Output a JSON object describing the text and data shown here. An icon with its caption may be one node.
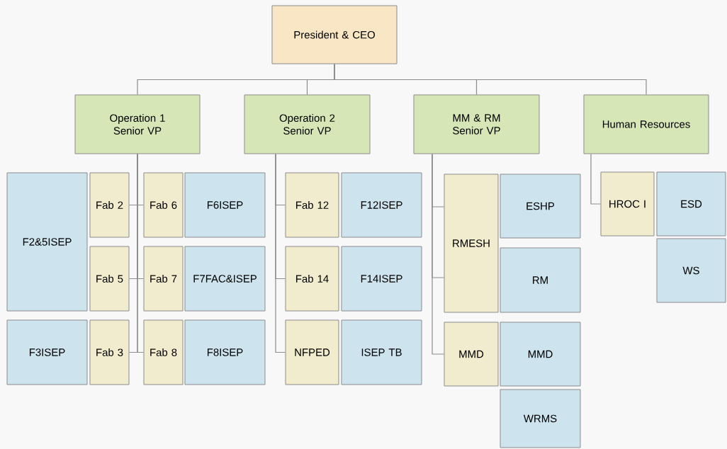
{
  "diagram": {
    "nodes": [
      {
        "text": [
          "President & CEO"
        ]
      },
      {
        "text": [
          "Operation 1 Senior VP"
        ]
      },
      {
        "text": [
          "Operation 2 Senior VP"
        ]
      },
      {
        "text": [
          "MM & RM Senior VP"
        ]
      },
      {
        "text": [
          "Human Resources"
        ]
      },
      {
        "text": [
          "F2&5ISEP"
        ]
      },
      {
        "text": [
          "Fab 2"
        ]
      },
      {
        "text": [
          "Fab 6"
        ]
      },
      {
        "text": [
          "F6ISEP"
        ]
      },
      {
        "text": [
          "Fab 5"
        ]
      },
      {
        "text": [
          "Fab 7"
        ]
      },
      {
        "text": [
          "F7FAC&ISEP"
        ]
      },
      {
        "text": [
          "F3ISEP"
        ]
      },
      {
        "text": [
          "Fab 3"
        ]
      },
      {
        "text": [
          "Fab 8"
        ]
      },
      {
        "text": [
          "F8ISEP"
        ]
      },
      {
        "text": [
          "Fab 12"
        ]
      },
      {
        "text": [
          "F12ISEP"
        ]
      },
      {
        "text": [
          "Fab 14"
        ]
      },
      {
        "text": [
          "F14ISEP"
        ]
      },
      {
        "text": [
          "NFPED"
        ]
      },
      {
        "text": [
          "ISEP TB"
        ]
      },
      {
        "text": [
          "RMESH"
        ]
      },
      {
        "text": [
          "ESHP"
        ]
      },
      {
        "text": [
          "RM"
        ]
      },
      {
        "text": [
          "MMD"
        ]
      },
      {
        "text": [
          "MMD"
        ]
      },
      {
        "text": [
          "WRMS"
        ]
      },
      {
        "text": [
          "HROC I"
        ]
      },
      {
        "text": [
          "ESD"
        ]
      },
      {
        "text": [
          "WS"
        ]
      }
    ],
    "edges": [
      {
        "from": 0,
        "to": 1,
        "arrow": "none"
      },
      {
        "from": 0,
        "to": 2,
        "arrow": "none"
      },
      {
        "from": 0,
        "to": 3,
        "arrow": "none"
      },
      {
        "from": 0,
        "to": 4,
        "arrow": "none"
      },
      {
        "from": 1,
        "to": 6,
        "arrow": "none"
      },
      {
        "from": 1,
        "to": 9,
        "arrow": "none"
      },
      {
        "from": 1,
        "to": 13,
        "arrow": "none"
      },
      {
        "from": 1,
        "to": 7,
        "arrow": "none"
      },
      {
        "from": 1,
        "to": 10,
        "arrow": "none"
      },
      {
        "from": 1,
        "to": 14,
        "arrow": "none"
      },
      {
        "from": 2,
        "to": 16,
        "arrow": "none"
      },
      {
        "from": 2,
        "to": 18,
        "arrow": "none"
      },
      {
        "from": 2,
        "to": 20,
        "arrow": "none"
      },
      {
        "from": 3,
        "to": 22,
        "arrow": "none"
      },
      {
        "from": 3,
        "to": 22,
        "arrow": "none"
      },
      {
        "from": 3,
        "to": 25,
        "arrow": "none"
      },
      {
        "from": 4,
        "to": 28,
        "arrow": "none"
      }
    ]
  }
}
